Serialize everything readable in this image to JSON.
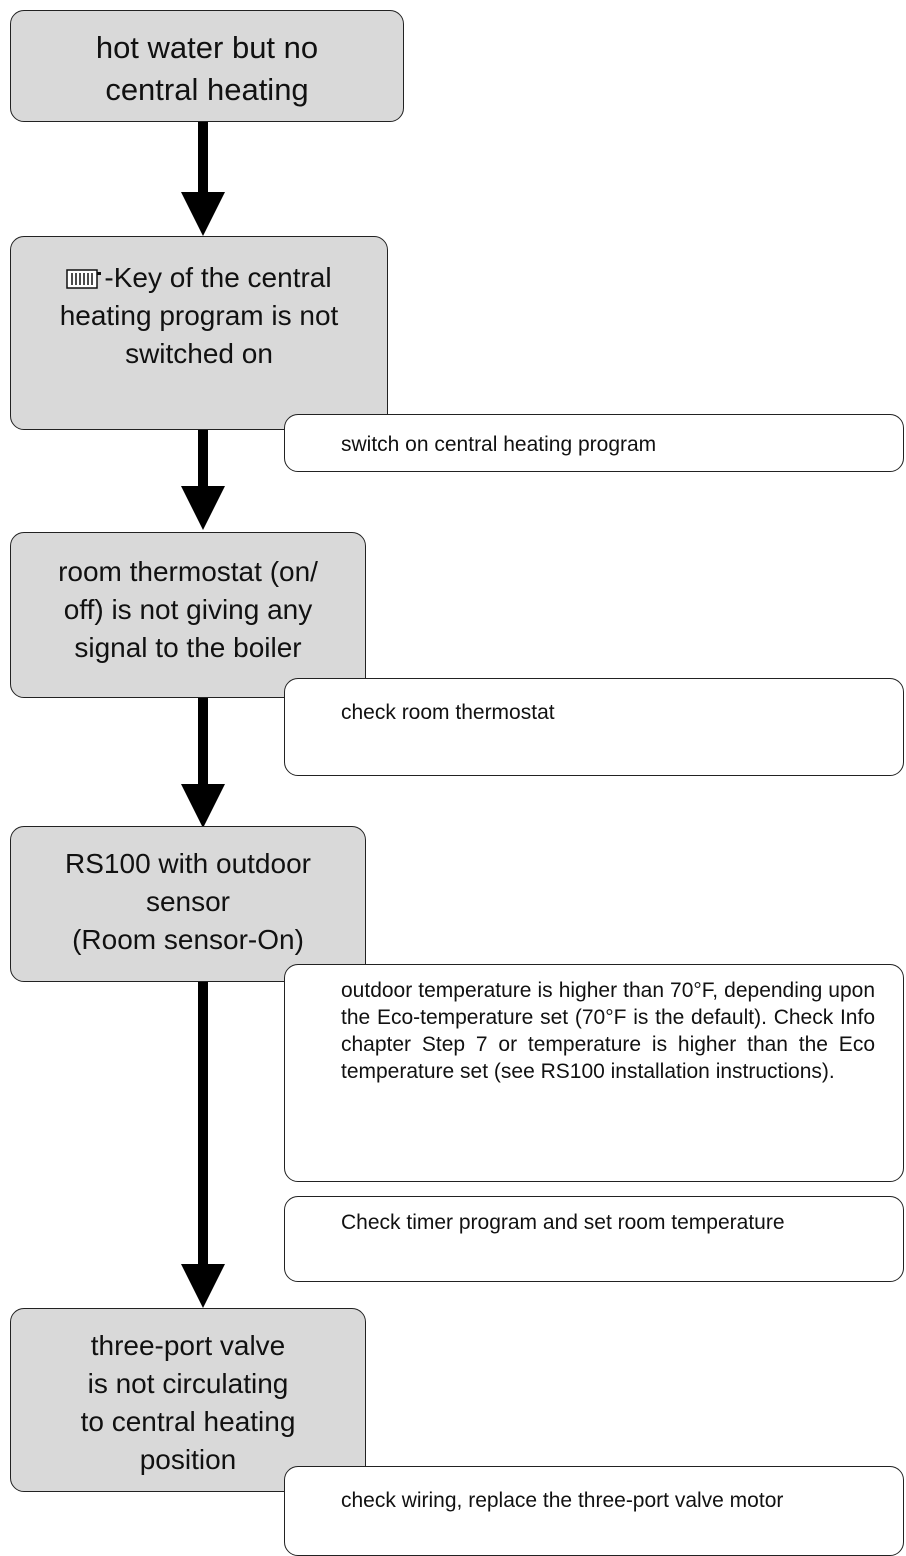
{
  "steps": [
    {
      "lines": [
        "hot water but no",
        "central heating"
      ]
    },
    {
      "icon": "radiator-icon",
      "lines": [
        "-Key of the central",
        "heating program is not",
        "switched on"
      ]
    },
    {
      "lines": [
        "room thermostat (on/",
        "off) is not giving any",
        "signal to the boiler"
      ]
    },
    {
      "lines": [
        "RS100  with outdoor",
        "sensor",
        "(Room sensor-On)"
      ]
    },
    {
      "lines": [
        "three-port valve",
        "is not circulating",
        "to central heating",
        "position"
      ]
    }
  ],
  "actions": [
    {
      "text": "switch on central heating program"
    },
    {
      "text": "check room thermostat"
    },
    {
      "text": "outdoor temperature is higher than 70°F, depending upon the Eco-temperature set (70°F is the default). Check Info chapter Step 7 or temperature is higher than the Eco temperature set (see RS100 installation instructions)."
    },
    {
      "text": "Check timer program and set room temperature"
    },
    {
      "text": "check wiring, replace the three-port valve motor"
    }
  ]
}
